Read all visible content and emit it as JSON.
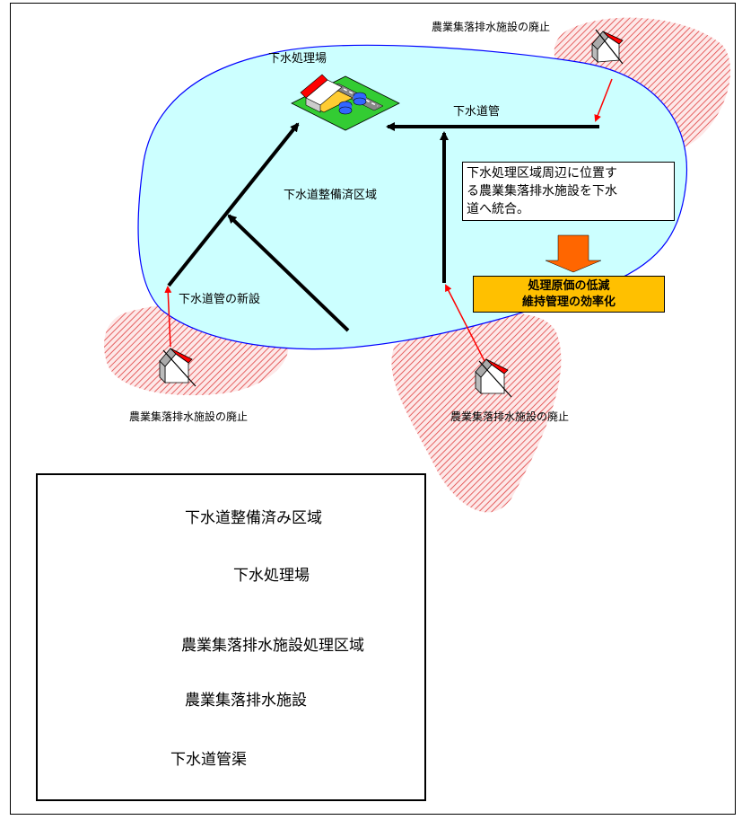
{
  "labels": {
    "sewage_plant": "下水処理場",
    "sewer_pipe": "下水道管",
    "sewered_area": "下水道整備済区域",
    "new_sewer_pipe": "下水道管の新設",
    "abolish_top_right": "農業集落排水施設の廃止",
    "abolish_bottom_left": "農業集落排水施設の廃止",
    "abolish_bottom_center": "農業集落排水施設の廃止"
  },
  "note": {
    "line1": "下水処理区域周辺に位置す",
    "line2": "る農業集落排水施設を下水",
    "line3": "道へ統合。"
  },
  "result": {
    "line1": "処理原価の低減",
    "line2": "維持管理の効率化"
  },
  "legend": {
    "sewered_area": "下水道整備済み区域",
    "sewage_plant": "下水処理場",
    "rural_area": "農業集落排水施設処理区域",
    "rural_facility": "農業集落排水施設",
    "sewer_line": "下水道管渠"
  },
  "colors": {
    "sewered_fill": "#ccffff",
    "sewered_border": "#0000ff",
    "rural_hatch": "#e04040",
    "roof": "#ff0000",
    "plant_ground": "#33cc33",
    "result_fill": "#ffc000",
    "arrow_down": "#ff6600"
  }
}
